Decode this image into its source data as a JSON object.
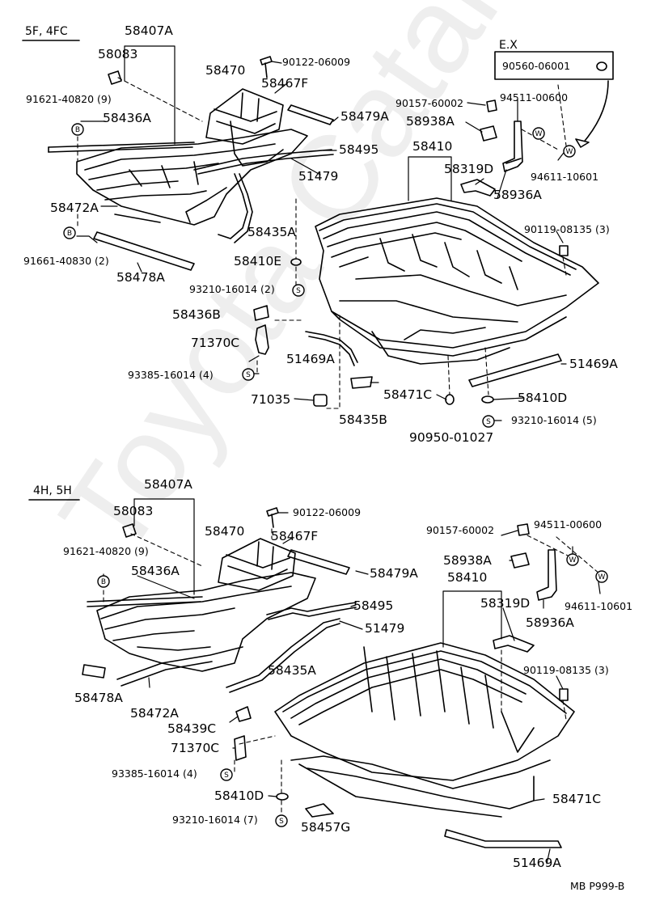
{
  "watermark": "Toyota Catalog",
  "drawing_code": "MB P999-B",
  "sections": {
    "top": {
      "title": "5F, 4FC",
      "ex_title": "E.X",
      "parts": {
        "p58407A": "58407A",
        "p58083": "58083",
        "p58470": "58470",
        "p90122_06009": "90122-06009",
        "p58467F": "58467F",
        "p91621_40820": "91621-40820 (9)",
        "p58436A": "58436A",
        "p58479A": "58479A",
        "p58495": "58495",
        "p51479": "51479",
        "p58472A": "58472A",
        "p58435A": "58435A",
        "p91661_40830": "91661-40830 (2)",
        "p58478A": "58478A",
        "p58410E": "58410E",
        "p93210_16014": "93210-16014 (2)",
        "p58436B": "58436B",
        "p71370C": "71370C",
        "p51469A_left": "51469A",
        "p93385_16014": "93385-16014 (4)",
        "p71035": "71035",
        "p58435B": "58435B",
        "p58471C": "58471C",
        "p90950_01027": "90950-01027",
        "p51469A_right": "51469A",
        "p58410D": "58410D",
        "p93210_16014_5": "93210-16014 (5)",
        "p90119_08135": "90119-08135 (3)",
        "p58936A": "58936A",
        "p58319D": "58319D",
        "p58410": "58410",
        "p58938A": "58938A",
        "p90157_60002": "90157-60002",
        "p94511_00600": "94511-00600",
        "p94611_10601": "94611-10601",
        "p90560_06001": "90560-06001"
      }
    },
    "bottom": {
      "title": "4H, 5H",
      "parts": {
        "p58407A": "58407A",
        "p58083": "58083",
        "p90122_06009": "90122-06009",
        "p58470": "58470",
        "p58467F": "58467F",
        "p91621_40820": "91621-40820 (9)",
        "p58436A": "58436A",
        "p58479A": "58479A",
        "p58495": "58495",
        "p51479": "51479",
        "p58478A": "58478A",
        "p58472A": "58472A",
        "p58435A": "58435A",
        "p58439C": "58439C",
        "p71370C": "71370C",
        "p93385_16014": "93385-16014 (4)",
        "p58410D": "58410D",
        "p93210_16014_7": "93210-16014 (7)",
        "p58457G": "58457G",
        "p58410": "58410",
        "p58319D": "58319D",
        "p90119_08135": "90119-08135 (3)",
        "p58471C": "58471C",
        "p51469A": "51469A",
        "p58938A": "58938A",
        "p58936A": "58936A",
        "p90157_60002": "90157-60002",
        "p94511_00600": "94511-00600",
        "p94611_10601": "94611-10601"
      }
    }
  },
  "symbols": {
    "bolt": "B",
    "screw": "S",
    "washer": "W"
  }
}
